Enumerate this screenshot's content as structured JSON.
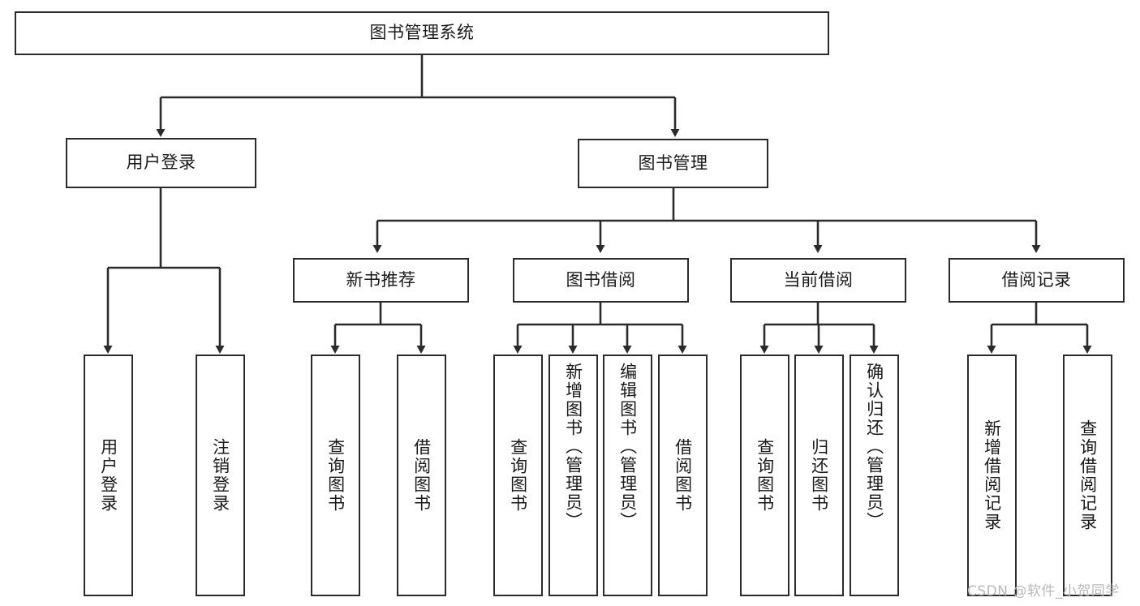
{
  "diagram": {
    "title": "图书管理系统",
    "type": "tree-hierarchy-chart",
    "orientation": "top-down",
    "colors": {
      "box_border": "#2b2b2b",
      "box_fill": "#ffffff",
      "connector": "#2b2b2b",
      "text": "#1a1a1a",
      "watermark": "#b9b9b9",
      "background": "#ffffff"
    }
  },
  "root": {
    "label": "图书管理系统"
  },
  "level2": {
    "user_login": {
      "label": "用户登录"
    },
    "book_manage": {
      "label": "图书管理"
    }
  },
  "level3": {
    "new_book_recommend": {
      "label": "新书推荐"
    },
    "book_borrow": {
      "label": "图书借阅"
    },
    "current_borrow": {
      "label": "当前借阅"
    },
    "borrow_record": {
      "label": "借阅记录"
    }
  },
  "leaves": {
    "user_login": [
      {
        "label": "用户登录"
      },
      {
        "label": "注销登录"
      }
    ],
    "new_book_recommend": [
      {
        "label": "查询图书"
      },
      {
        "label": "借阅图书"
      }
    ],
    "book_borrow": [
      {
        "label": "查询图书"
      },
      {
        "label": "新增图书（管理员）"
      },
      {
        "label": "编辑图书（管理员）"
      },
      {
        "label": "借阅图书"
      }
    ],
    "current_borrow": [
      {
        "label": "查询图书"
      },
      {
        "label": "归还图书"
      },
      {
        "label": "确认归还（管理员）"
      }
    ],
    "borrow_record": [
      {
        "label": "新增借阅记录"
      },
      {
        "label": "查询借阅记录"
      }
    ]
  },
  "watermark": {
    "text": "CSDN @软件_小贺同学"
  }
}
